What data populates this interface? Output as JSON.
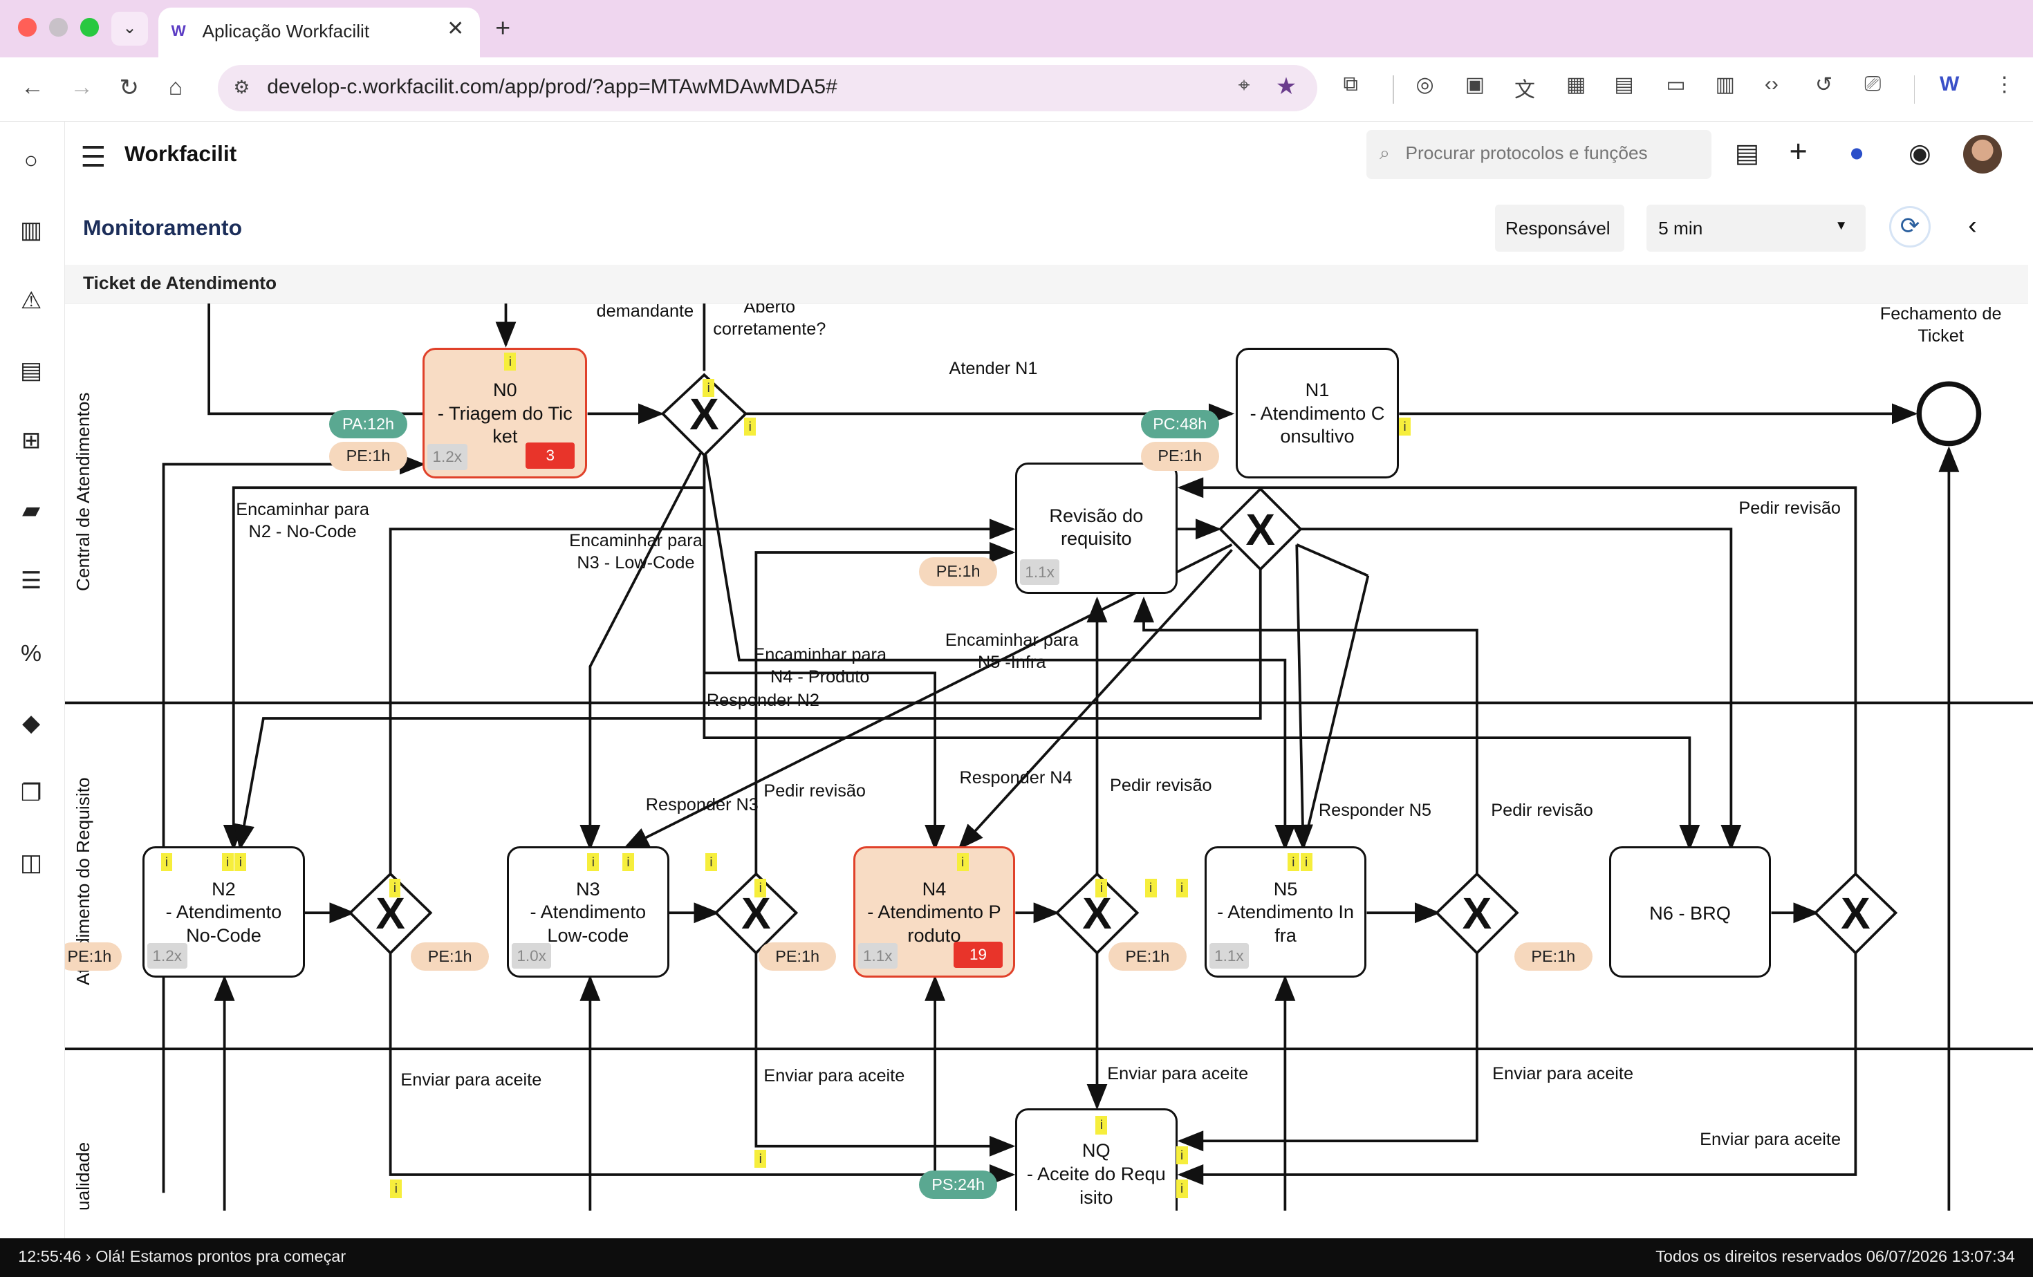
{
  "browser": {
    "tab_title": "Aplicação Workfacilit",
    "url": "develop-c.workfacilit.com/app/prod/?app=MTAwMDAwMDA5#"
  },
  "app": {
    "brand": "Workfacilit",
    "search_placeholder": "Procurar protocolos e funções",
    "page_title": "Monitoramento",
    "responsible_label": "Responsável",
    "interval_value": "5 min",
    "process_name": "Ticket de Atendimento"
  },
  "diagram": {
    "lanes": [
      "Central de Atendimentos",
      "Atendimento do Requisito",
      "ualidade"
    ],
    "tasks": {
      "n0": {
        "label": "N0 - Triagem do Ticket",
        "l1": "N0",
        "l2": "- Triagem do Tic",
        "l3": "ket",
        "count": "3",
        "mult": "1.2x"
      },
      "n1": {
        "l1": "N1",
        "l2": "- Atendimento C",
        "l3": "onsultivo"
      },
      "rev": {
        "l1": "Revisão do",
        "l2": "requisito",
        "mult": "1.1x"
      },
      "n2": {
        "l1": "N2",
        "l2": "- Atendimento",
        "l3": "No-Code",
        "mult": "1.2x"
      },
      "n3": {
        "l1": "N3",
        "l2": "- Atendimento",
        "l3": "Low-code",
        "mult": "1.0x"
      },
      "n4": {
        "l1": "N4",
        "l2": "- Atendimento P",
        "l3": "roduto",
        "count": "19",
        "mult": "1.1x"
      },
      "n5": {
        "l1": "N5",
        "l2": "- Atendimento In",
        "l3": "fra",
        "mult": "1.1x"
      },
      "n6": {
        "l1": "N6 - BRQ"
      },
      "nq": {
        "l1": "NQ",
        "l2": "- Aceite do Requ",
        "l3": "isito"
      }
    },
    "pills": {
      "pa12": "PA:12h",
      "pe1h": "PE:1h",
      "pc48": "PC:48h",
      "ps24": "PS:24h"
    },
    "flow_labels": {
      "demandante": "demandante",
      "aberto": "Aberto corretamente?",
      "aberto1": "Aberto",
      "aberto2": "corretamente?",
      "atender_n1": "Atender N1",
      "fechamento1": "Fechamento de",
      "fechamento2": "Ticket",
      "enc_n2_1": "Encaminhar para",
      "enc_n2_2": "N2 - No-Code",
      "enc_n3_1": "Encaminhar para",
      "enc_n3_2": "N3 - Low-Code",
      "enc_n4_1": "Encaminhar para",
      "enc_n4_2": "N4 - Produto",
      "enc_n5_1": "Encaminhar para",
      "enc_n5_2": "N5 -Infra",
      "pedir_revisao": "Pedir revisão",
      "responder_n2": "Responder N2",
      "responder_n3": "Responder N3",
      "responder_n4": "Responder N4",
      "responder_n5": "Responder N5",
      "enviar_aceite": "Enviar para aceite"
    }
  },
  "status": {
    "left": "12:55:46 › Olá! Estamos prontos pra começar",
    "right": "Todos os direitos reservados 06/07/2026 13:07:34"
  }
}
